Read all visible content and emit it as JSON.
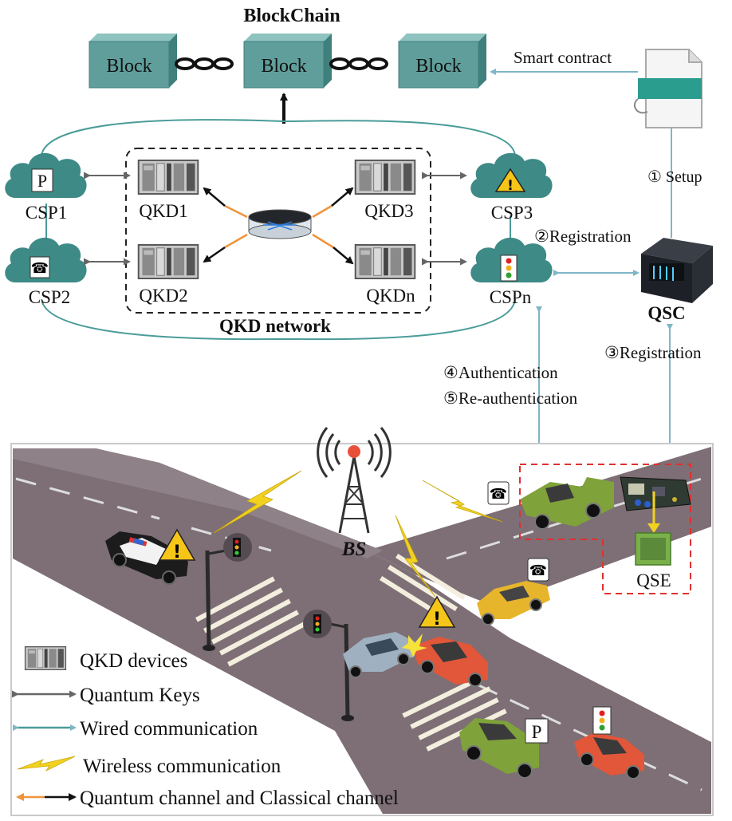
{
  "title": "BlockChain",
  "blocks": [
    "Block",
    "Block",
    "Block"
  ],
  "smart_contract_label": "Smart contract",
  "steps": {
    "setup": "① Setup",
    "registration_csp": "②Registration",
    "registration_qse": "③Registration",
    "authentication": "④Authentication",
    "reauthentication": "⑤Re-authentication"
  },
  "csp_labels": [
    "CSP1",
    "CSP2",
    "CSP3",
    "CSPn"
  ],
  "qkd_labels": [
    "QKD1",
    "QKD2",
    "QKD3",
    "QKDn"
  ],
  "qkd_network_label": "QKD network",
  "qsc_label": "QSC",
  "bs_label": "BS",
  "qse_label": "QSE",
  "parking_sign": "P",
  "legend": [
    {
      "label": "QKD devices"
    },
    {
      "label": "Quantum Keys"
    },
    {
      "label": "Wired communication"
    },
    {
      "label": "Wireless communication"
    },
    {
      "label": "Quantum channel and Classical channel"
    }
  ],
  "colors": {
    "block": "#5f9e9b",
    "cloud": "#3d8a86",
    "wired": "#7fb6c8",
    "quantum_key": "#666666",
    "quantum_channel": "#f0943c",
    "wireless": "#f2d21f",
    "road": "#7d6f75",
    "qse_border": "#e03030"
  }
}
